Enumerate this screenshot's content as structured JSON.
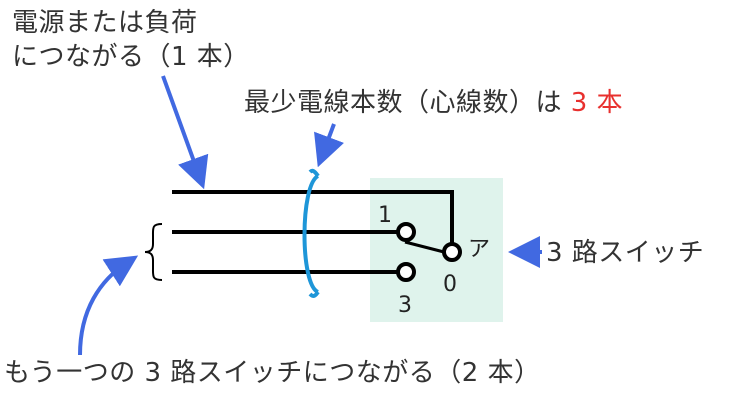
{
  "labels": {
    "source_line1": "電源または負荷",
    "source_line2": "につながる（1 本）",
    "min_wires_prefix": "最少電線本数（心線数）は ",
    "min_wires_value": "3 本",
    "switch_name": "3 路スイッチ",
    "other_switch": "もう一つの 3 路スイッチにつながる（2 本）"
  },
  "terminals": {
    "t1": "1",
    "t0": "0",
    "t3": "3",
    "switch_mark": "ア"
  },
  "colors": {
    "arrow": "#4169e1",
    "cable_ring": "#1e96d8",
    "switch_box": "#dff3ec",
    "highlight": "#e8302e",
    "wire": "#000000",
    "text": "#333333"
  }
}
